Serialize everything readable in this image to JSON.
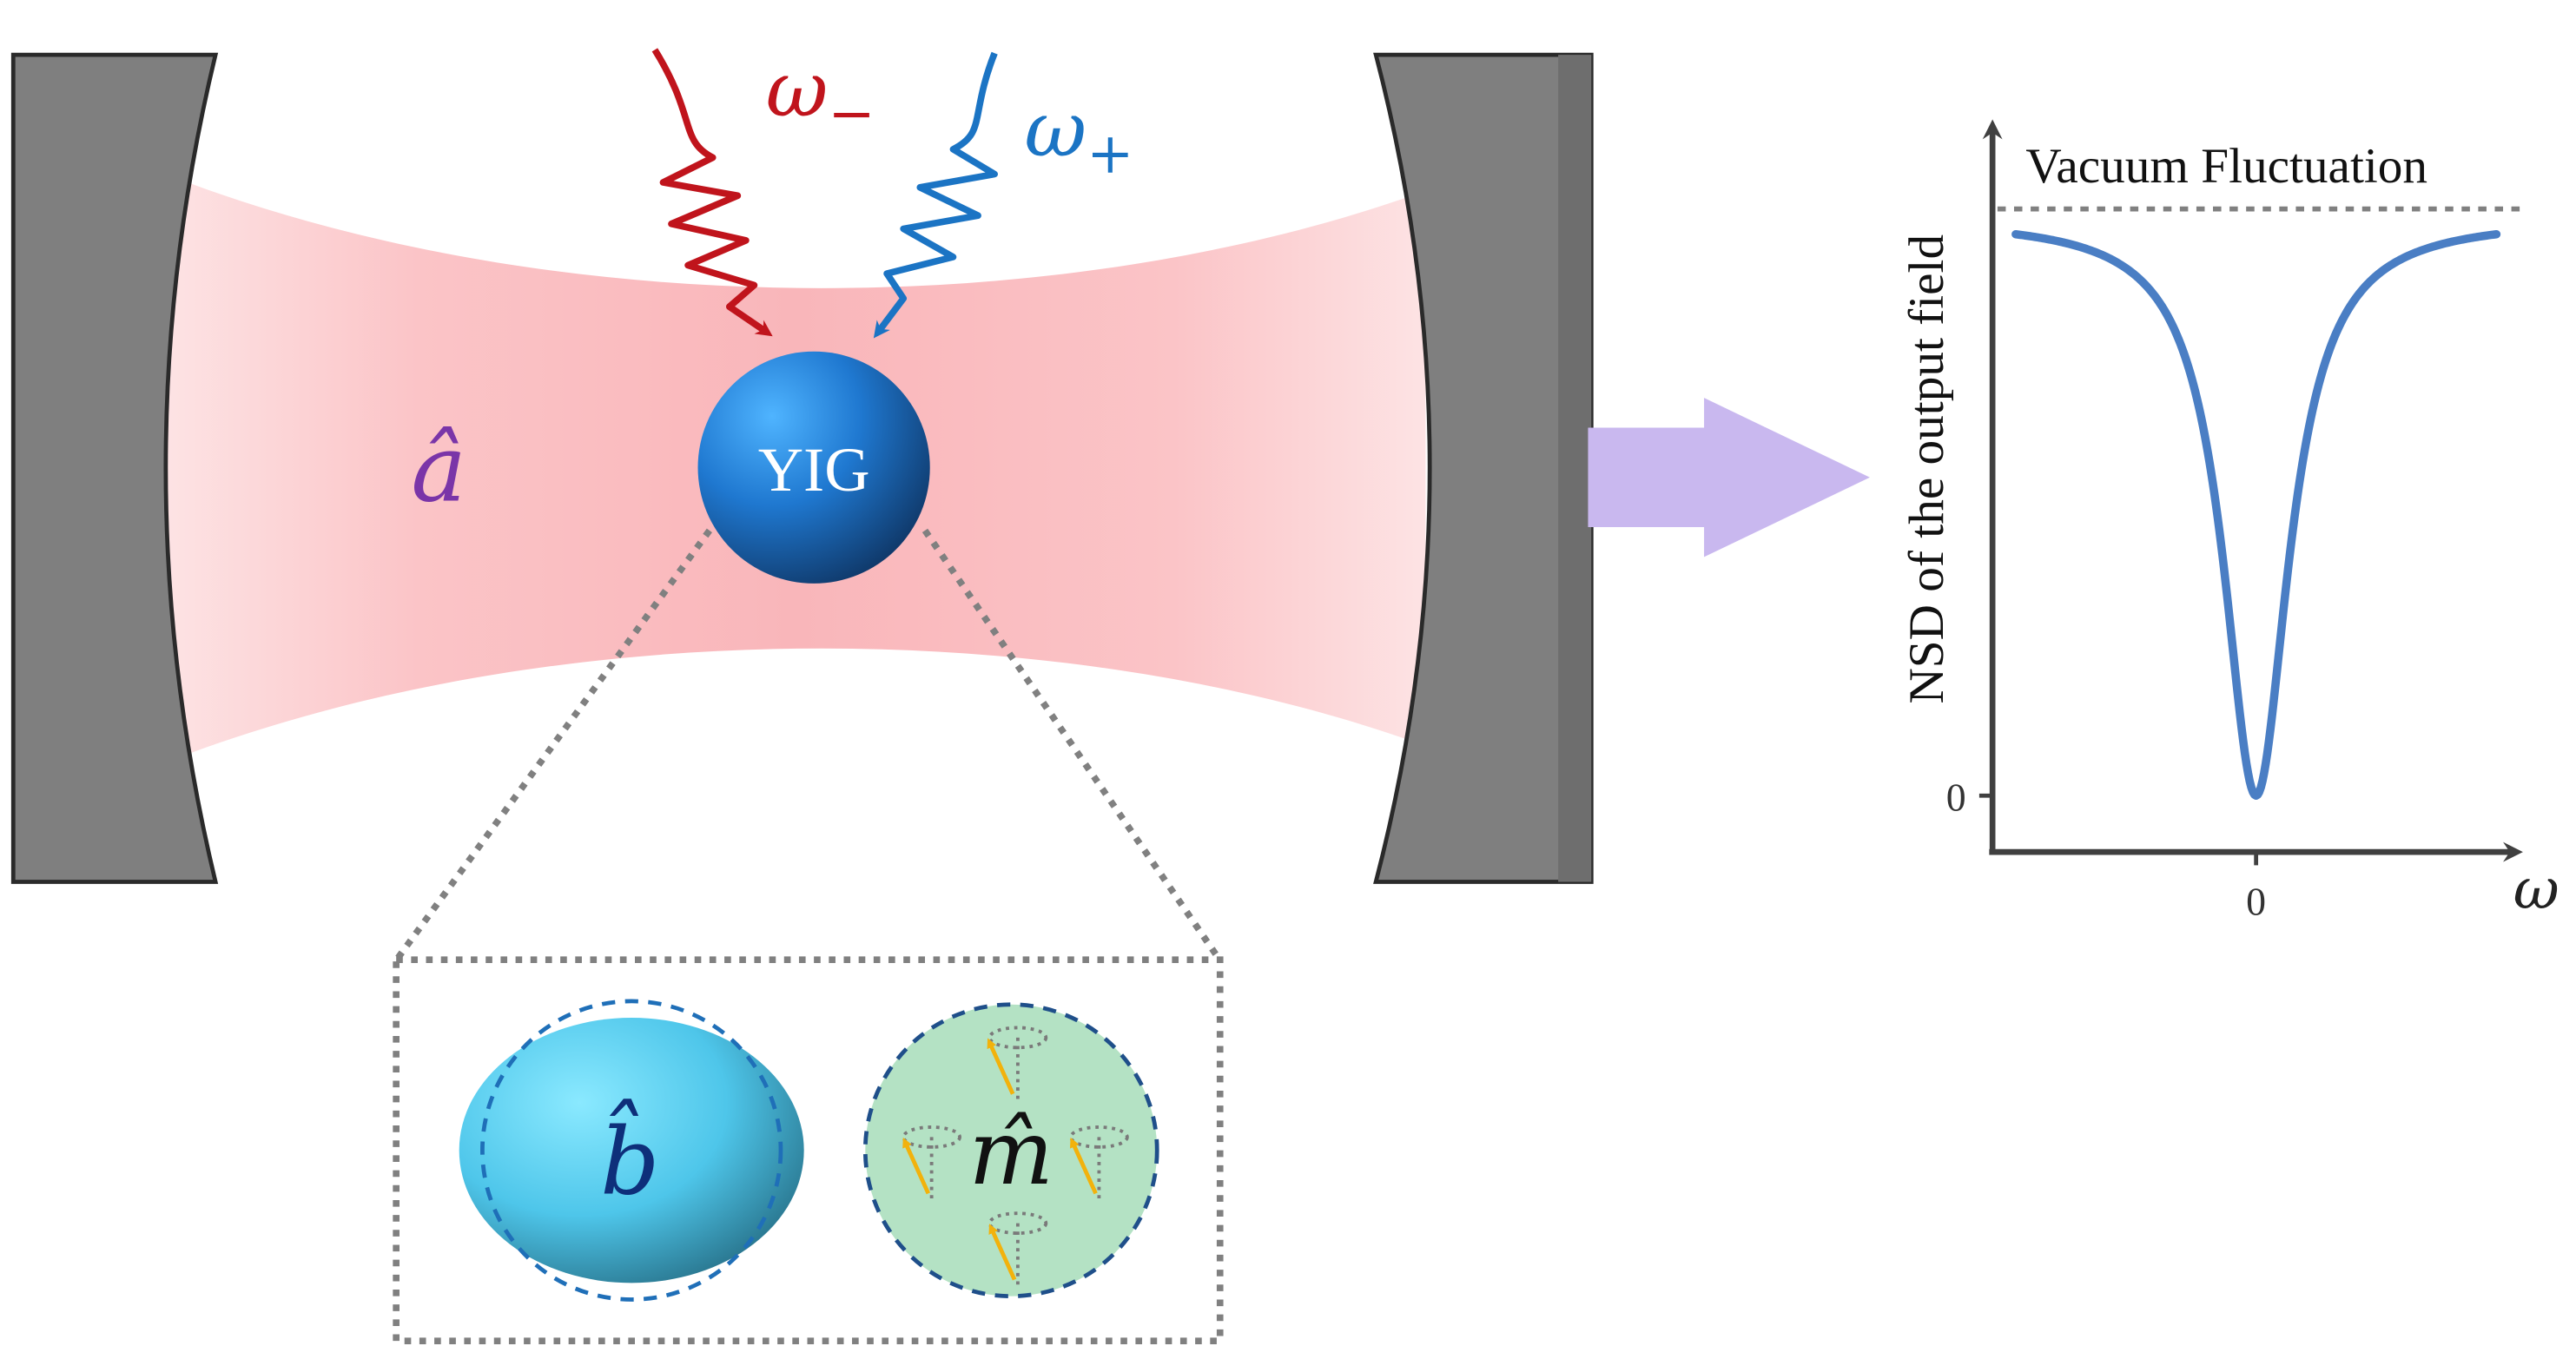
{
  "diagram": {
    "omega_minus_symbol": "ω",
    "omega_minus_sub": "−",
    "omega_plus_symbol": "ω",
    "omega_plus_sub": "+",
    "cavity_mode_label": "â",
    "sphere_label": "YIG",
    "phonon_mode_label": "b̂",
    "magnon_mode_label": "m̂"
  },
  "plot": {
    "y_axis_label": "NSD of the output field",
    "x_axis_label": "ω",
    "y_tick_label": "0",
    "x_tick_label": "0",
    "reference_line_label": "Vacuum Fluctuation"
  },
  "colors": {
    "red_drive": "#c0141c",
    "blue_drive": "#1b74c4",
    "cavity_beam": "#f9b9bd",
    "mirror": "#7f7f7f",
    "sphere": "#1b6fc0",
    "phonon_ellipsoid": "#5ccfee",
    "magnon_disk": "#b4e2c4",
    "curve": "#4a7ec4",
    "arrow_output": "#c9b8ef",
    "cavity_label": "#7a35a8",
    "spin": "#f2b20c"
  }
}
